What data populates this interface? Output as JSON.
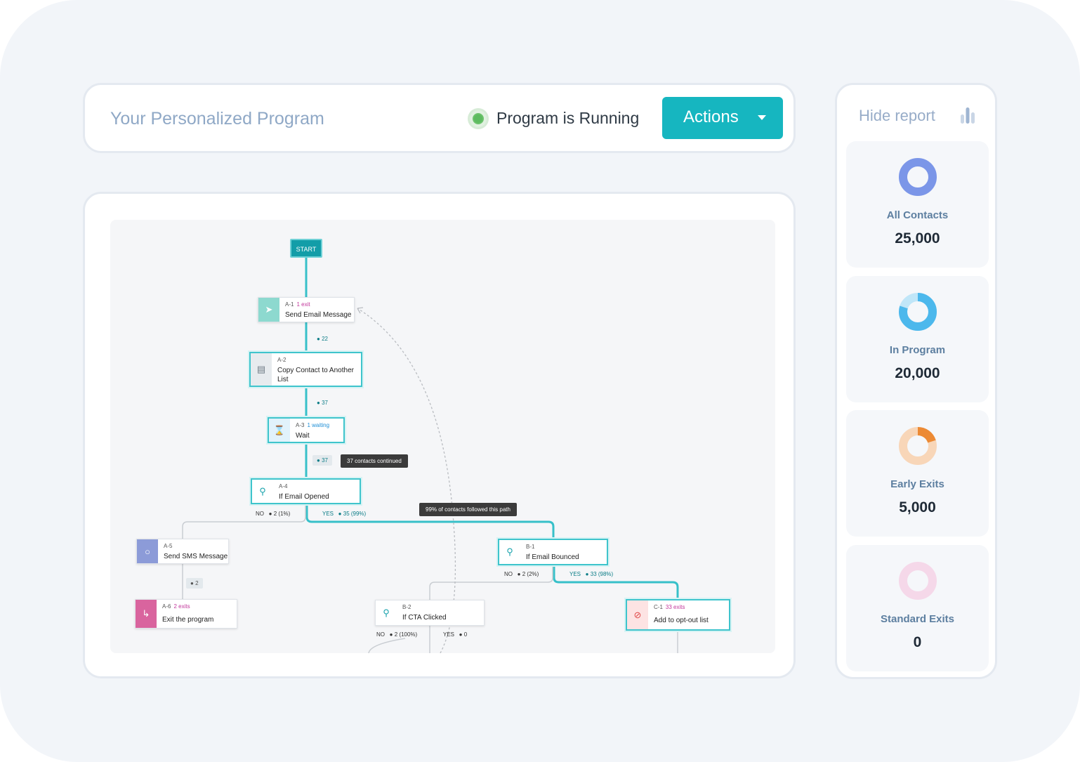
{
  "header": {
    "program_title": "Your Personalized Program",
    "status_text": "Program is Running",
    "actions_label": "Actions"
  },
  "flow": {
    "start_label": "START",
    "nodes": {
      "a1": {
        "code": "A-1",
        "badge": "1 exit",
        "name": "Send Email Message"
      },
      "a2": {
        "code": "A-2",
        "name": "Copy Contact to Another List"
      },
      "a3": {
        "code": "A-3",
        "badge": "1 waiting",
        "name": "Wait"
      },
      "a4": {
        "code": "A-4",
        "name": "If Email Opened"
      },
      "a5": {
        "code": "A-5",
        "name": "Send SMS Message"
      },
      "a6": {
        "code": "A-6",
        "badge": "2 exits",
        "name": "Exit the program"
      },
      "b1": {
        "code": "B-1",
        "name": "If Email Bounced"
      },
      "b2": {
        "code": "B-2",
        "name": "If CTA Clicked"
      },
      "c1": {
        "code": "C-1",
        "badge": "33 exits",
        "name": "Add to opt-out list"
      }
    },
    "counts": {
      "a1_a2": "22",
      "a2_a3": "37",
      "a3_a4": "37",
      "a5_a6": "2",
      "a4_no_label": "NO",
      "a4_no": "2 (1%)",
      "a4_yes_label": "YES",
      "a4_yes": "35 (99%)",
      "b1_no_label": "NO",
      "b1_no": "2 (2%)",
      "b1_yes_label": "YES",
      "b1_yes": "33 (98%)",
      "b2_no_label": "NO",
      "b2_no": "2 (100%)",
      "b2_yes_label": "YES",
      "b2_yes": "0"
    },
    "tooltips": {
      "continued": "37 contacts continued",
      "path": "99% of contacts followed this path"
    }
  },
  "report": {
    "hide_label": "Hide report",
    "stats": [
      {
        "label": "All Contacts",
        "value": "25,000",
        "color": "#7b96e8",
        "fraction": 1.0
      },
      {
        "label": "In Program",
        "value": "20,000",
        "color": "#4cb8ec",
        "fraction": 0.8
      },
      {
        "label": "Early Exits",
        "value": "5,000",
        "color": "#ec8a34",
        "fraction": 0.2
      },
      {
        "label": "Standard Exits",
        "value": "0",
        "color": "#e38fc0",
        "fraction": 0.0
      }
    ]
  }
}
